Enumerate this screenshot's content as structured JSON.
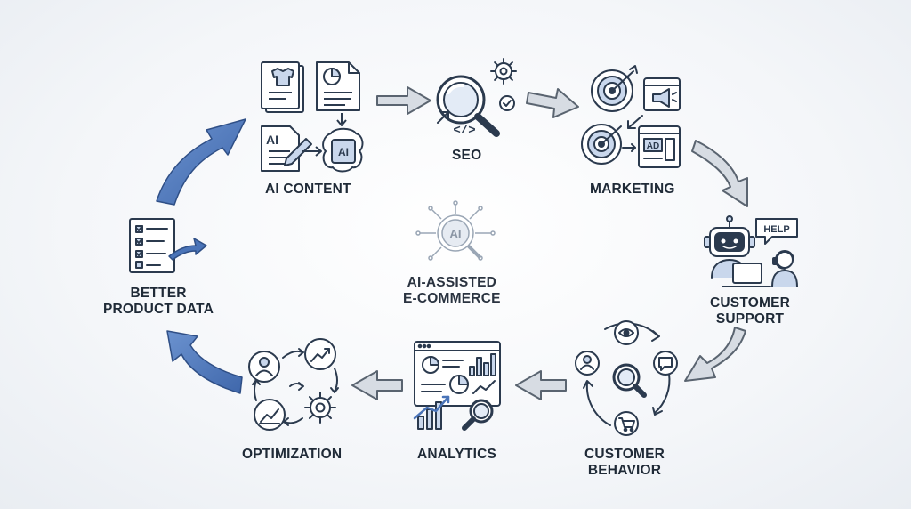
{
  "center": {
    "line1": "AI-ASSISTED",
    "line2": "E-COMMERCE",
    "badge": "AI"
  },
  "stages": {
    "ai_content": {
      "label": "AI CONTENT",
      "badge1": "AI",
      "badge2": "AI"
    },
    "seo": {
      "label": "SEO",
      "code": "</>"
    },
    "marketing": {
      "label": "MARKETING",
      "ad_text": "AD"
    },
    "customer_support": {
      "line1": "CUSTOMER",
      "line2": "SUPPORT",
      "help_text": "HELP"
    },
    "customer_behavior": {
      "line1": "CUSTOMER",
      "line2": "BEHAVIOR"
    },
    "analytics": {
      "label": "ANALYTICS"
    },
    "optimization": {
      "label": "OPTIMIZATION"
    },
    "better_product_data": {
      "line1": "BETTER",
      "line2": "PRODUCT DATA"
    }
  },
  "colors": {
    "ink": "#2b3a4e",
    "accent_blue": "#4a74b8",
    "arrow_gray": "#d7dce3",
    "arrow_gray_stroke": "#5a6470",
    "icon_fill": "#c9d7ec"
  }
}
